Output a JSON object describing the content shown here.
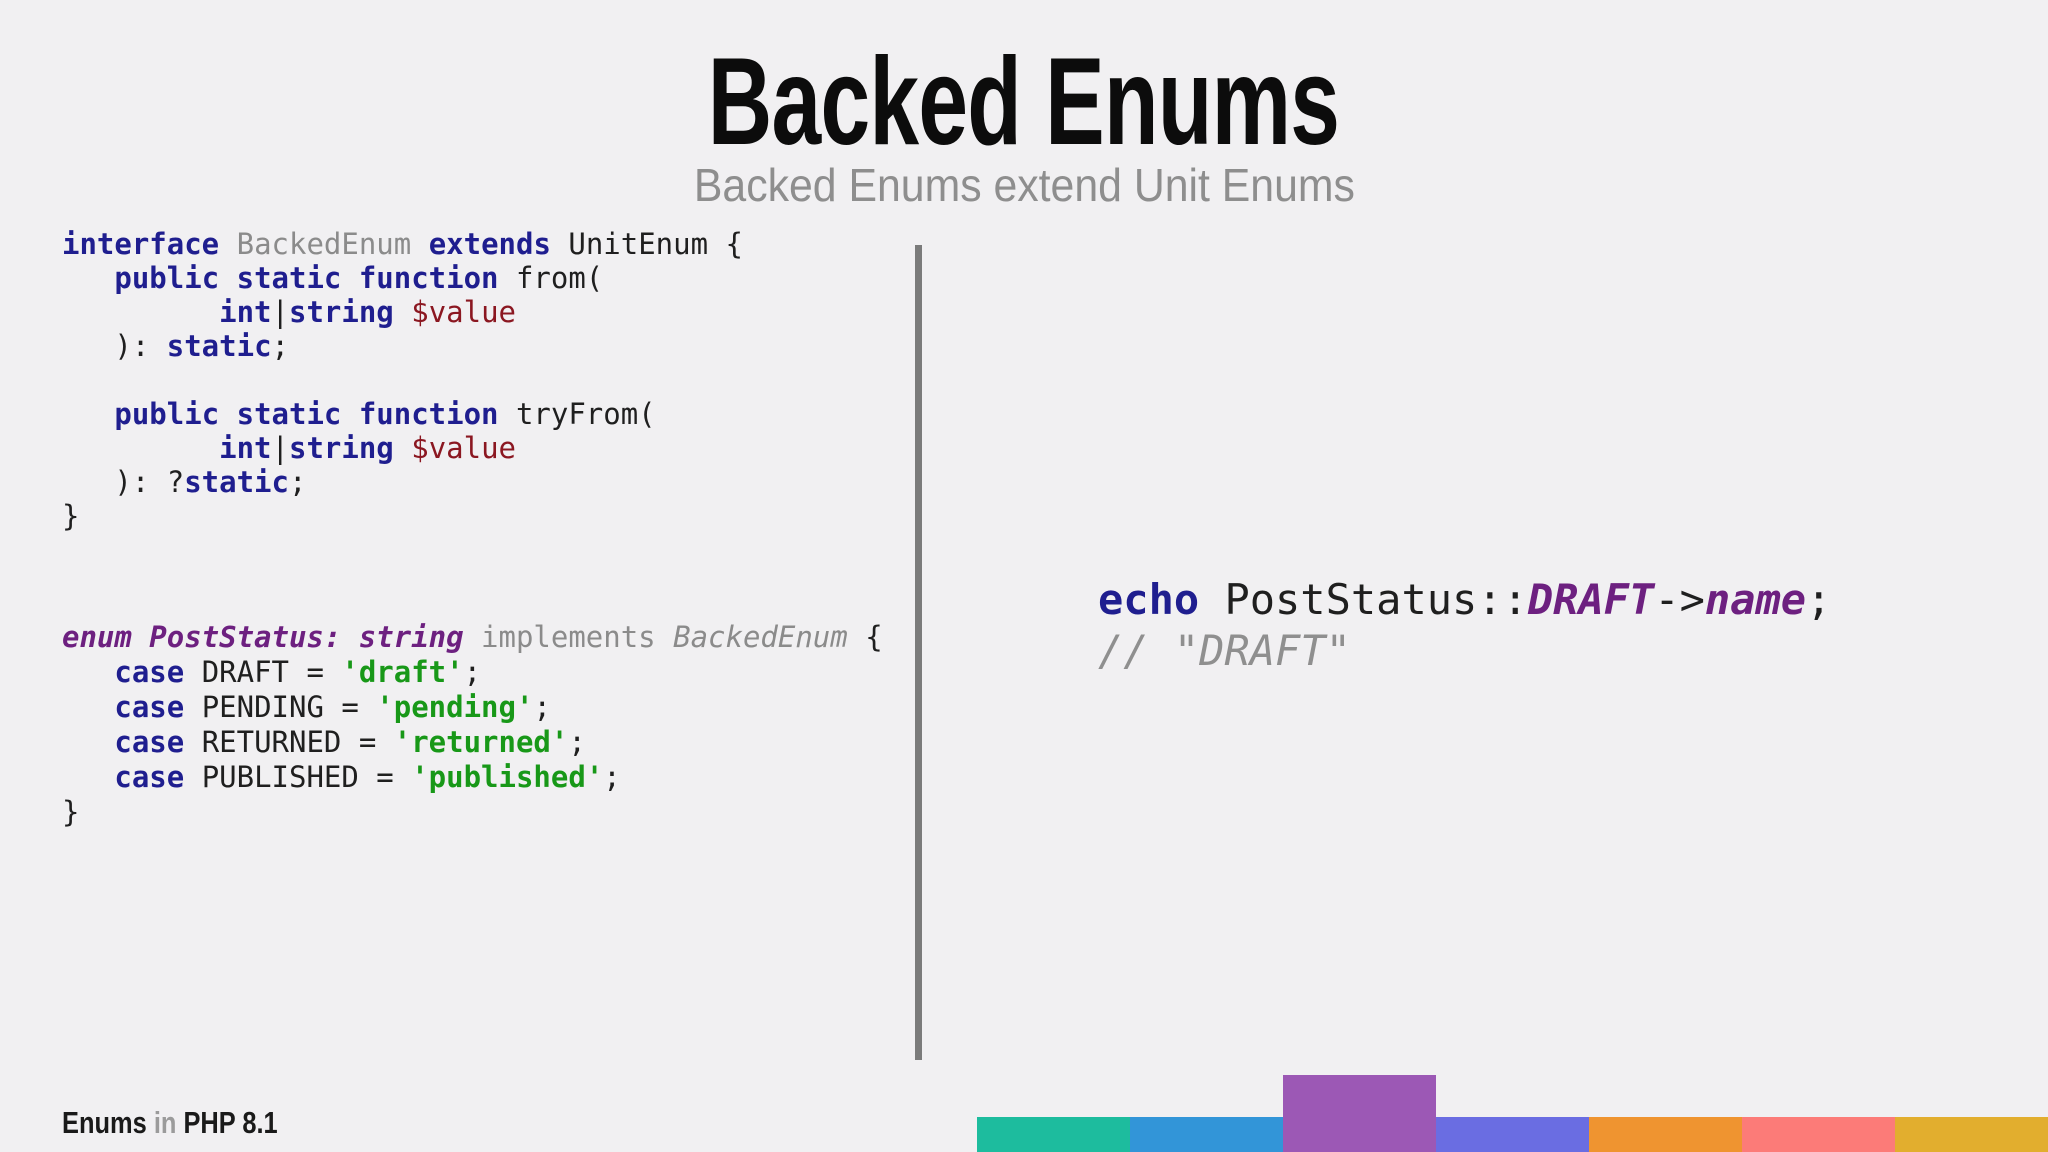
{
  "title": "Backed Enums",
  "subtitle": "Backed Enums extend Unit Enums",
  "footer_label": {
    "segments": [
      {
        "text": "Enums ",
        "style": "dark"
      },
      {
        "text": "in ",
        "style": "gray"
      },
      {
        "text": "PHP 8.1",
        "style": "dark"
      }
    ]
  },
  "colors": {
    "background": "#f1f0f2",
    "title": "#0c0c0c",
    "subtitle": "#8e8e8e",
    "divider": "#7b7b7b",
    "keyword": "#1f1e8f",
    "plain": "#1f1f1f",
    "identifier_gray": "#8b8b8b",
    "variable": "#8b1721",
    "string": "#189818",
    "enum_purple": "#6d2080",
    "comment": "#8f8f8f"
  },
  "code_blocks": {
    "interface_block": {
      "language": "php",
      "lines": [
        [
          {
            "text": "interface",
            "style": "kw"
          },
          {
            "text": " ",
            "style": "plain"
          },
          {
            "text": "BackedEnum",
            "style": "gray"
          },
          {
            "text": " ",
            "style": "plain"
          },
          {
            "text": "extends",
            "style": "kw"
          },
          {
            "text": " UnitEnum {",
            "style": "plain"
          }
        ],
        [
          {
            "text": "   ",
            "style": "plain"
          },
          {
            "text": "public static function",
            "style": "kw"
          },
          {
            "text": " from(",
            "style": "plain"
          }
        ],
        [
          {
            "text": "         ",
            "style": "plain"
          },
          {
            "text": "int",
            "style": "kw"
          },
          {
            "text": "|",
            "style": "plain"
          },
          {
            "text": "string",
            "style": "kw"
          },
          {
            "text": " ",
            "style": "plain"
          },
          {
            "text": "$value",
            "style": "var"
          }
        ],
        [
          {
            "text": "   ): ",
            "style": "plain"
          },
          {
            "text": "static",
            "style": "kw"
          },
          {
            "text": ";",
            "style": "plain"
          }
        ],
        [],
        [
          {
            "text": "   ",
            "style": "plain"
          },
          {
            "text": "public static function",
            "style": "kw"
          },
          {
            "text": " tryFrom(",
            "style": "plain"
          }
        ],
        [
          {
            "text": "         ",
            "style": "plain"
          },
          {
            "text": "int",
            "style": "kw"
          },
          {
            "text": "|",
            "style": "plain"
          },
          {
            "text": "string",
            "style": "kw"
          },
          {
            "text": " ",
            "style": "plain"
          },
          {
            "text": "$value",
            "style": "var"
          }
        ],
        [
          {
            "text": "   ): ?",
            "style": "plain"
          },
          {
            "text": "static",
            "style": "kw"
          },
          {
            "text": ";",
            "style": "plain"
          }
        ],
        [
          {
            "text": "}",
            "style": "plain"
          }
        ]
      ]
    },
    "enum_block": {
      "language": "php",
      "lines": [
        [
          {
            "text": "enum PostStatus: string",
            "style": "epurple"
          },
          {
            "text": " ",
            "style": "plain"
          },
          {
            "text": "implements",
            "style": "gray"
          },
          {
            "text": " ",
            "style": "plain"
          },
          {
            "text": "BackedEnum",
            "style": "grayital"
          },
          {
            "text": " {",
            "style": "plain"
          }
        ],
        [
          {
            "text": "   ",
            "style": "plain"
          },
          {
            "text": "case",
            "style": "kw"
          },
          {
            "text": " DRAFT = ",
            "style": "plain"
          },
          {
            "text": "'draft'",
            "style": "str"
          },
          {
            "text": ";",
            "style": "plain"
          }
        ],
        [
          {
            "text": "   ",
            "style": "plain"
          },
          {
            "text": "case",
            "style": "kw"
          },
          {
            "text": " PENDING = ",
            "style": "plain"
          },
          {
            "text": "'pending'",
            "style": "str"
          },
          {
            "text": ";",
            "style": "plain"
          }
        ],
        [
          {
            "text": "   ",
            "style": "plain"
          },
          {
            "text": "case",
            "style": "kw"
          },
          {
            "text": " RETURNED = ",
            "style": "plain"
          },
          {
            "text": "'returned'",
            "style": "str"
          },
          {
            "text": ";",
            "style": "plain"
          }
        ],
        [
          {
            "text": "   ",
            "style": "plain"
          },
          {
            "text": "case",
            "style": "kw"
          },
          {
            "text": " PUBLISHED = ",
            "style": "plain"
          },
          {
            "text": "'published'",
            "style": "str"
          },
          {
            "text": ";",
            "style": "plain"
          }
        ],
        [
          {
            "text": "}",
            "style": "plain"
          }
        ]
      ]
    },
    "echo_block": {
      "language": "php",
      "lines": [
        [
          {
            "text": "echo",
            "style": "kw"
          },
          {
            "text": " PostStatus::",
            "style": "plain"
          },
          {
            "text": "DRAFT",
            "style": "epurple"
          },
          {
            "text": "->",
            "style": "plain"
          },
          {
            "text": "name",
            "style": "epurple"
          },
          {
            "text": ";",
            "style": "plain"
          }
        ],
        [
          {
            "text": "// \"DRAFT\"",
            "style": "comment"
          }
        ]
      ]
    }
  },
  "footer_bars": [
    {
      "name": "teal",
      "color": "#1dbc9e",
      "raised": false
    },
    {
      "name": "blue",
      "color": "#3295d8",
      "raised": false
    },
    {
      "name": "purple",
      "color": "#9c58b5",
      "raised": true
    },
    {
      "name": "indigo",
      "color": "#6a6de2",
      "raised": false
    },
    {
      "name": "orange",
      "color": "#ef9430",
      "raised": false
    },
    {
      "name": "salmon",
      "color": "#fc7b78",
      "raised": false
    },
    {
      "name": "gold",
      "color": "#e2ae2e",
      "raised": false
    }
  ]
}
